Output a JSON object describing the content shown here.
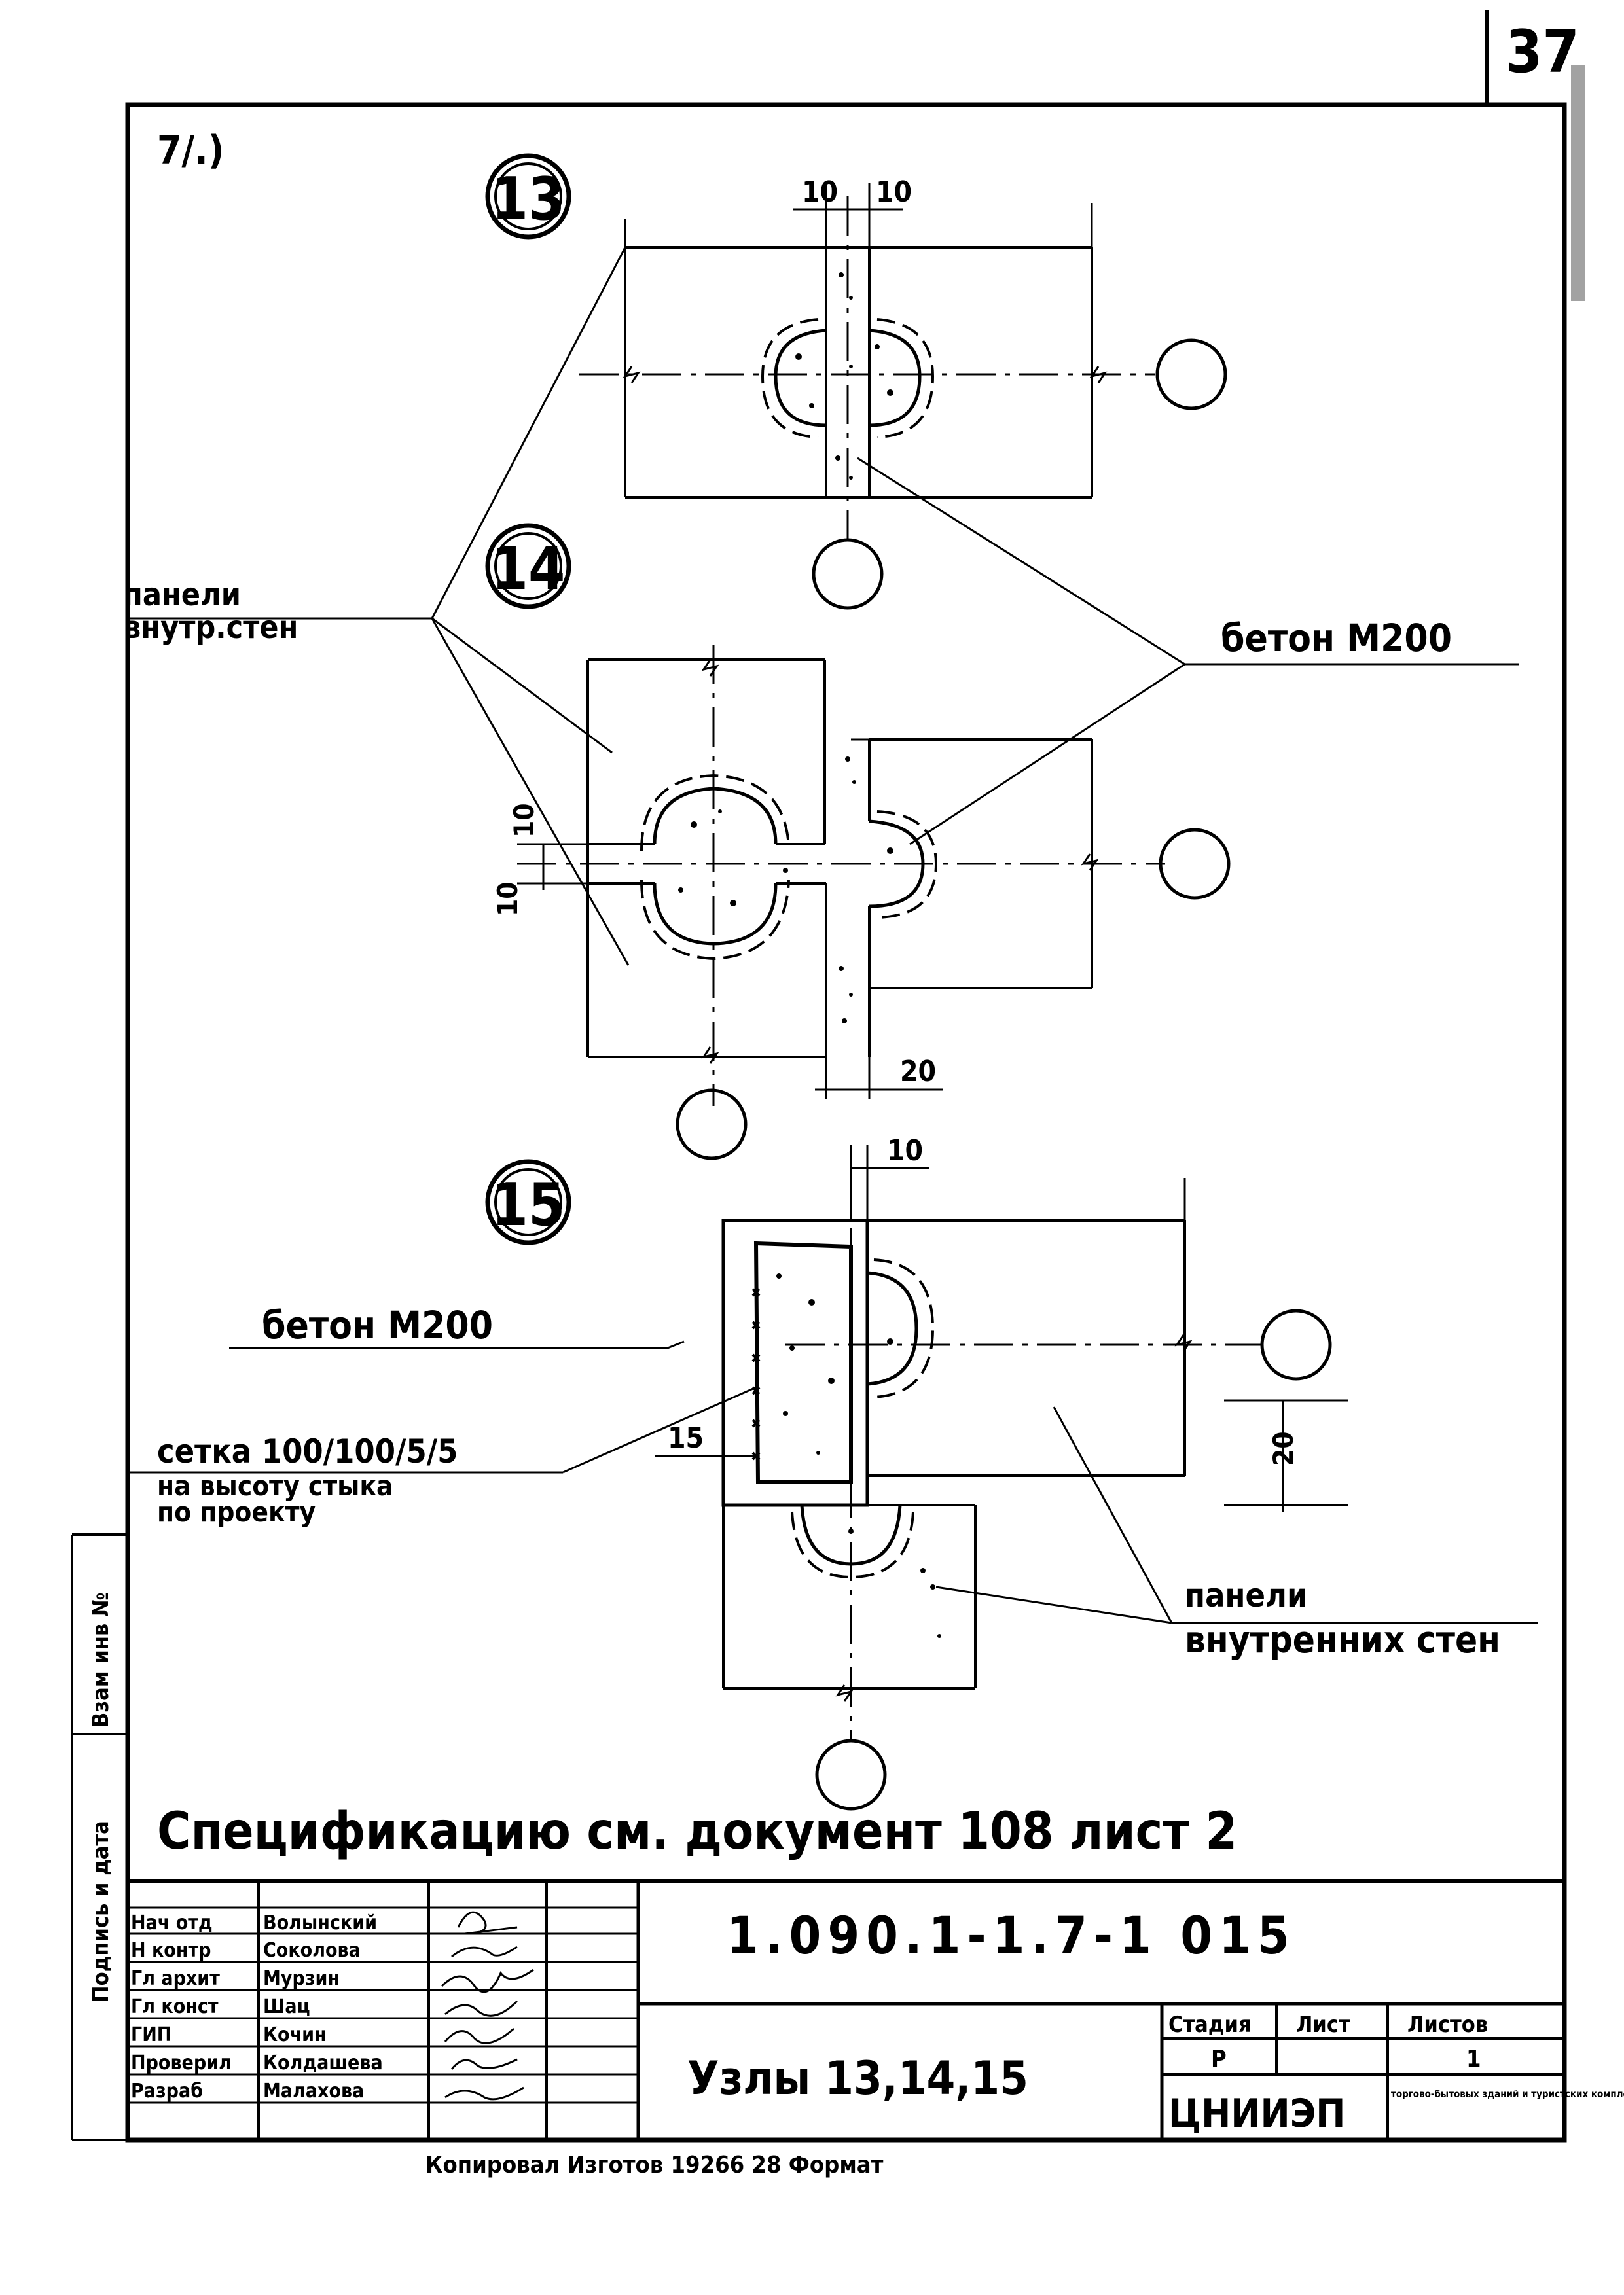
{
  "sheet": {
    "corner_page_number": "37",
    "top_left_note": "7/.)"
  },
  "nodes": [
    {
      "id": "13",
      "label": "13"
    },
    {
      "id": "14",
      "label": "14"
    },
    {
      "id": "15",
      "label": "15"
    }
  ],
  "dimensions": {
    "n13_left": "10",
    "n13_right": "10",
    "n14_a": "10",
    "n14_b": "10",
    "n14_bottom": "20",
    "n15_top": "10",
    "n15_left": "15",
    "n15_right": "20"
  },
  "callouts": {
    "panels_inner_walls_1": "панели",
    "panels_inner_walls_2": "внутр.стен",
    "concrete_1": "бетон М200",
    "concrete_2": "бетон М200",
    "mesh_1": "сетка 100/100/5/5",
    "mesh_2": "на высоту стыка",
    "mesh_3": "по проекту",
    "panels_inner_walls_b1": "панели",
    "panels_inner_walls_b2": "внутренних стен"
  },
  "note": "Спецификацию см. документ 108 лист 2",
  "side_stamp": {
    "inv_no": "Взам инв №",
    "signature_date": "Подпись и дата"
  },
  "title_block": {
    "doc_code": "1.090.1-1.7-1 015",
    "title": "Узлы 13,14,15",
    "roles": [
      {
        "role": "Нач отд",
        "name": "Волынский"
      },
      {
        "role": "Н контр",
        "name": "Соколова"
      },
      {
        "role": "Гл архит",
        "name": "Мурзин"
      },
      {
        "role": "Гл конст",
        "name": "Шац"
      },
      {
        "role": "ГИП",
        "name": "Кочин"
      },
      {
        "role": "Проверил",
        "name": "Колдашева"
      },
      {
        "role": "Разраб",
        "name": "Малахова"
      }
    ],
    "stage_header": "Стадия",
    "sheet_header": "Лист",
    "sheets_header": "Листов",
    "stage_value": "Р",
    "sheet_value": "",
    "sheets_value": "1",
    "org": "ЦНИИЭП",
    "org_desc": "торгово-бытовых зданий и туристских комплексов"
  },
  "footer_fragment": "Копировал  Изготов  19266  28  Формат"
}
